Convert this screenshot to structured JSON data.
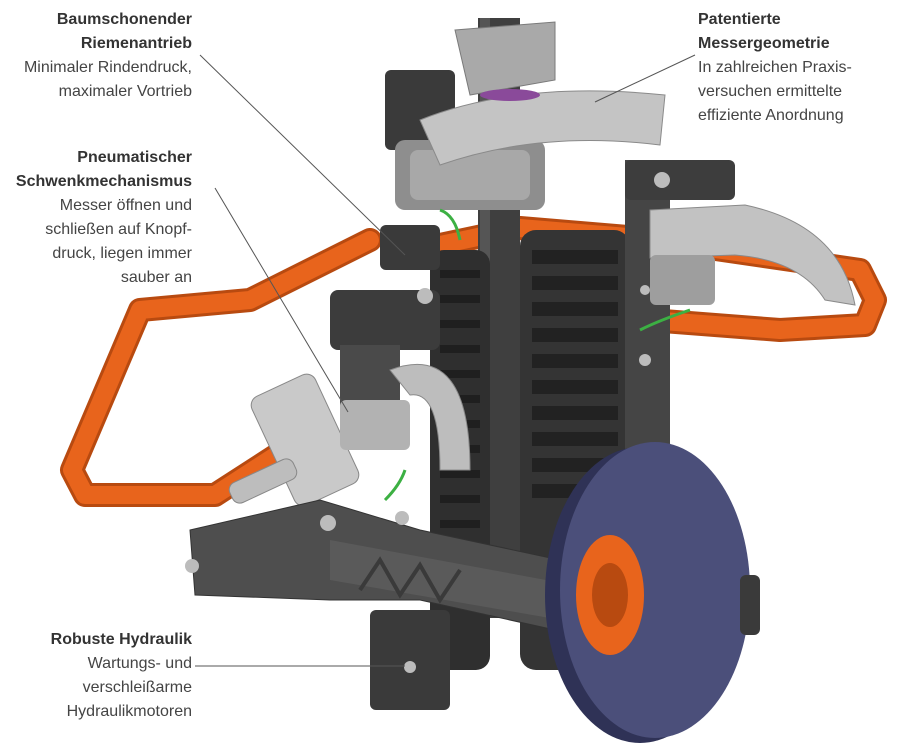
{
  "annotations": {
    "riemenantrieb": {
      "title": [
        "Baumschonender",
        "Riemenantrieb"
      ],
      "body": [
        "Minimaler Rindendruck,",
        "maximaler Vortrieb"
      ]
    },
    "schwenkmechanismus": {
      "title": [
        "Pneumatischer",
        "Schwenkmechanismus"
      ],
      "body": [
        "Messer öffnen und",
        "schließen auf Knopf-",
        "druck, liegen immer",
        "sauber an"
      ]
    },
    "messergeometrie": {
      "title": [
        "Patentierte",
        "Messergeometrie"
      ],
      "body": [
        "In zahlreichen Praxis-",
        "versuchen ermittelte",
        "effiziente Anordnung"
      ]
    },
    "hydraulik": {
      "title": [
        "Robuste Hydraulik"
      ],
      "body": [
        "Wartungs- und",
        "verschleißarme",
        "Hydraulikmotoren"
      ]
    }
  },
  "colors": {
    "frame_orange": "#e8641c",
    "frame_orange_dark": "#b84a10",
    "metal_dark": "#4a4a4a",
    "metal_mid": "#6b6b6b",
    "blade_gray": "#b9b9b9",
    "blade_light": "#d6d6d6",
    "tire": "#4b4f7a",
    "tire_dark": "#2f3256",
    "hub_orange": "#e8641c",
    "leader_line": "#555555"
  }
}
